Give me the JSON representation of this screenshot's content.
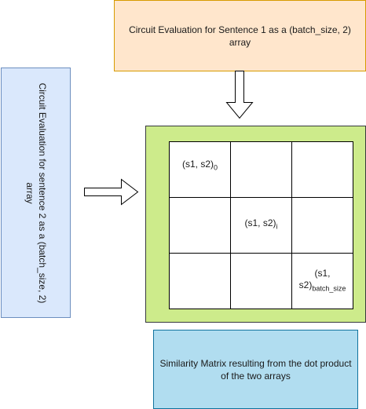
{
  "top_box": {
    "text": "Circuit Evaluation for Sentence 1 as a (batch_size, 2) array",
    "fill": "#ffe6cc",
    "stroke": "#d79b00"
  },
  "left_box": {
    "text": "Circuit Evaluation for sentence 2 as a (batch_size, 2) array",
    "fill": "#dae8fc",
    "stroke": "#6c8ebf"
  },
  "matrix": {
    "container_fill": "#cdeb8b",
    "cells": {
      "first": {
        "base": "(s1, s2)",
        "sub": "0"
      },
      "middle": {
        "base": "(s1, s2)",
        "sub": "i"
      },
      "last": {
        "line1": "(s1,",
        "base": "s2)",
        "sub": "batch_size"
      }
    }
  },
  "bottom_box": {
    "text": "Similarity Matrix resulting from the dot product of the two arrays",
    "fill": "#b1ddf0",
    "stroke": "#10739e"
  },
  "icons": [
    "arrow-down-icon",
    "arrow-right-icon"
  ]
}
